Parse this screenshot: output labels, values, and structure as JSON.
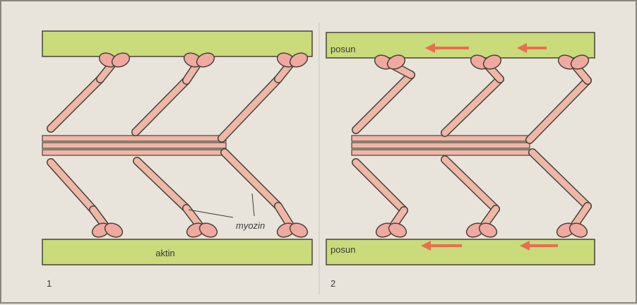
{
  "panels": [
    {
      "number": "1",
      "actin_top_label": "",
      "actin_bottom_label": "aktin",
      "myosin_label": "myozin",
      "shows_arrows": false
    },
    {
      "number": "2",
      "actin_top_label": "posun",
      "actin_bottom_label": "posun",
      "myosin_label": "",
      "shows_arrows": true
    }
  ],
  "colors": {
    "background": "#e9e4db",
    "actin": "#c9db7a",
    "myosin": "#eeb7a8",
    "myosin_head": "#f0a9a0",
    "outline": "#4a4238",
    "arrow": "#ea6d4e"
  }
}
